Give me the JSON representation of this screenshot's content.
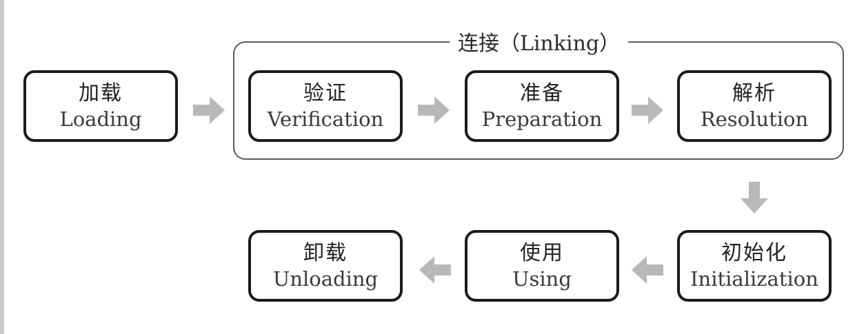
{
  "group": {
    "title": "连接（Linking）"
  },
  "stages": {
    "loading": {
      "zh": "加载",
      "en": "Loading"
    },
    "verification": {
      "zh": "验证",
      "en": "Verification"
    },
    "preparation": {
      "zh": "准备",
      "en": "Preparation"
    },
    "resolution": {
      "zh": "解析",
      "en": "Resolution"
    },
    "initialization": {
      "zh": "初始化",
      "en": "Initialization"
    },
    "using": {
      "zh": "使用",
      "en": "Using"
    },
    "unloading": {
      "zh": "卸载",
      "en": "Unloading"
    }
  },
  "colors": {
    "box_border": "#1a1a1a",
    "group_border": "#5a5a5a",
    "arrow_fill": "#b8b8b8"
  }
}
